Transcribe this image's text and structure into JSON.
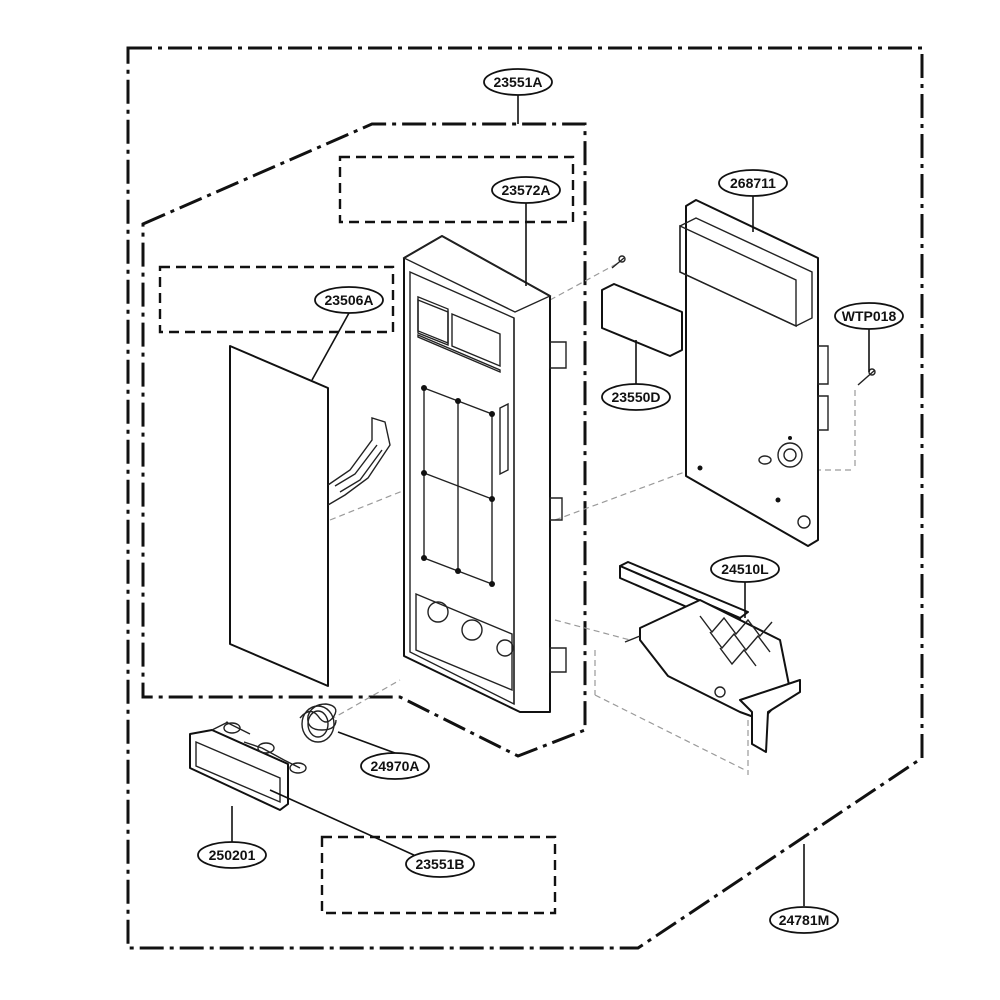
{
  "labels": {
    "group_outer": "24781M",
    "group_panel": "23551A",
    "subgroup_b": "23551B",
    "panel_frame": "23572A",
    "membrane_switch": "23506A",
    "pcb_assembly": "268711",
    "screw": "WTP018",
    "display_window": "23550D",
    "latch_lever": "24510L",
    "spring": "24970A",
    "door_button": "250201"
  }
}
